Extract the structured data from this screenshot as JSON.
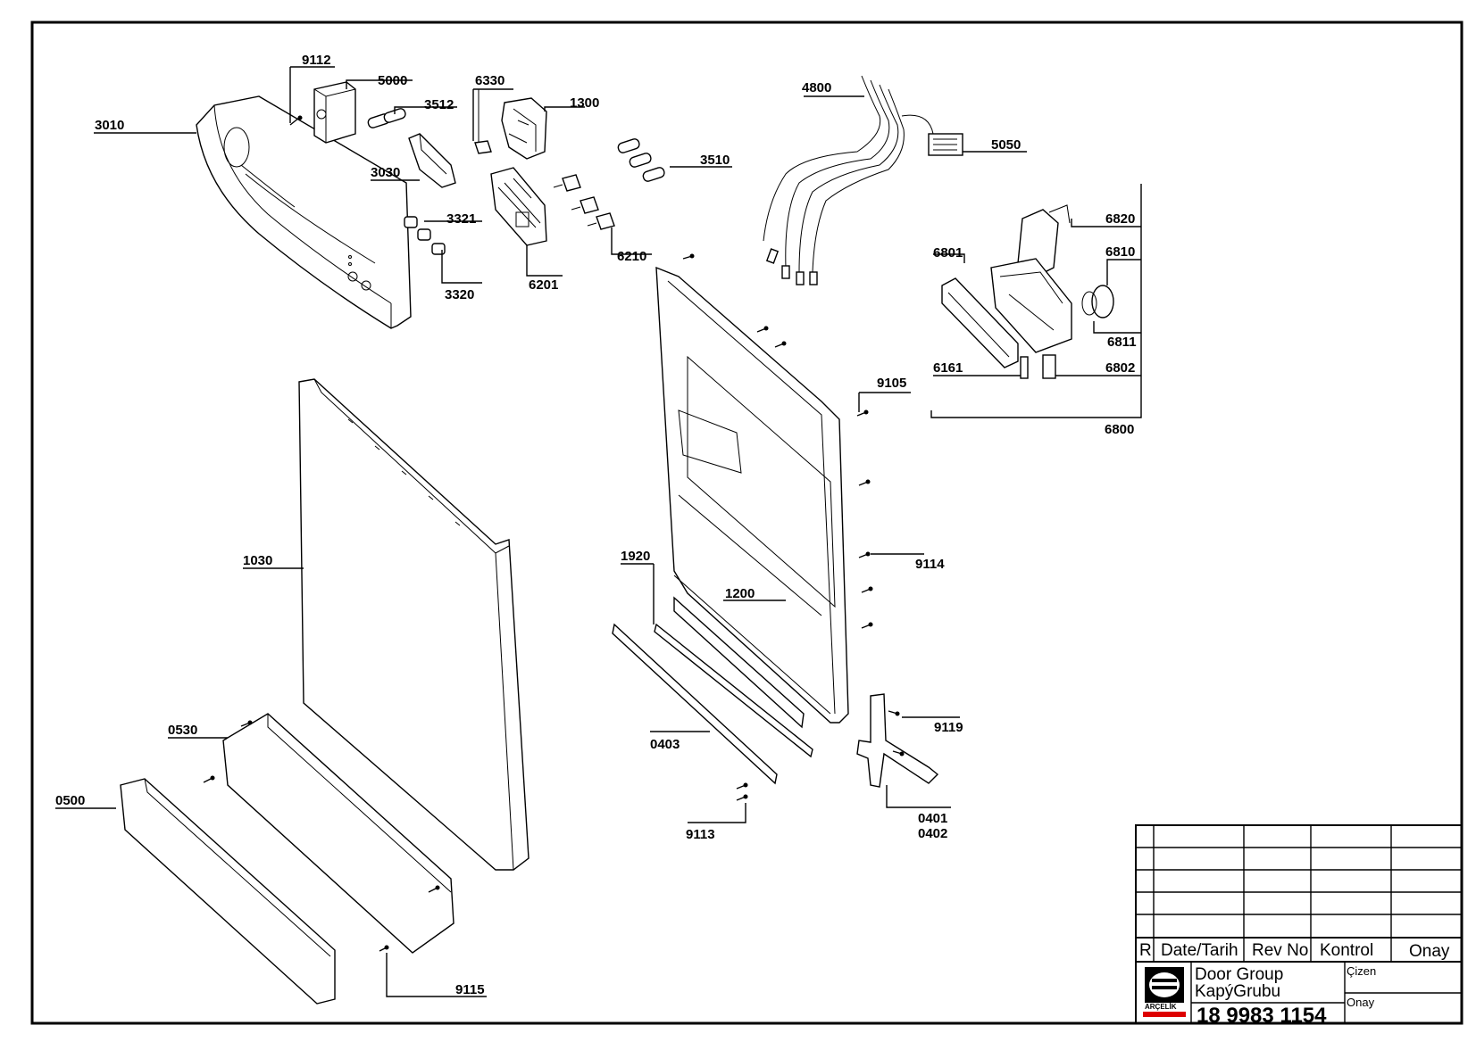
{
  "callouts": {
    "c9112": "9112",
    "c5000": "5000",
    "c6330": "6330",
    "c3512": "3512",
    "c1300": "1300",
    "c3010": "3010",
    "c3030": "3030",
    "c3321": "3321",
    "c3320": "3320",
    "c6201": "6201",
    "c3510": "3510",
    "c6210": "6210",
    "c4800": "4800",
    "c5050": "5050",
    "c6820": "6820",
    "c6801": "6801",
    "c6810": "6810",
    "c6811": "6811",
    "c6161": "6161",
    "c6802": "6802",
    "c6800": "6800",
    "c9105": "9105",
    "c9114": "9114",
    "c1030": "1030",
    "c1920": "1920",
    "c1200": "1200",
    "c0530": "0530",
    "c0500": "0500",
    "c0403": "0403",
    "c9119": "9119",
    "c9113": "9113",
    "c0401": "0401",
    "c0402": "0402",
    "c9115": "9115"
  },
  "title_block": {
    "r": "R",
    "date": "Date/Tarih",
    "rev": "Rev No",
    "kontrol": "Kontrol",
    "onay": "Onay",
    "title_en": "Door Group",
    "title_tr": "KapýGrubu",
    "cizen": "Çizen",
    "onay2": "Onay",
    "doc_no": "18 9983 1154",
    "brand": "ARÇELİK"
  }
}
